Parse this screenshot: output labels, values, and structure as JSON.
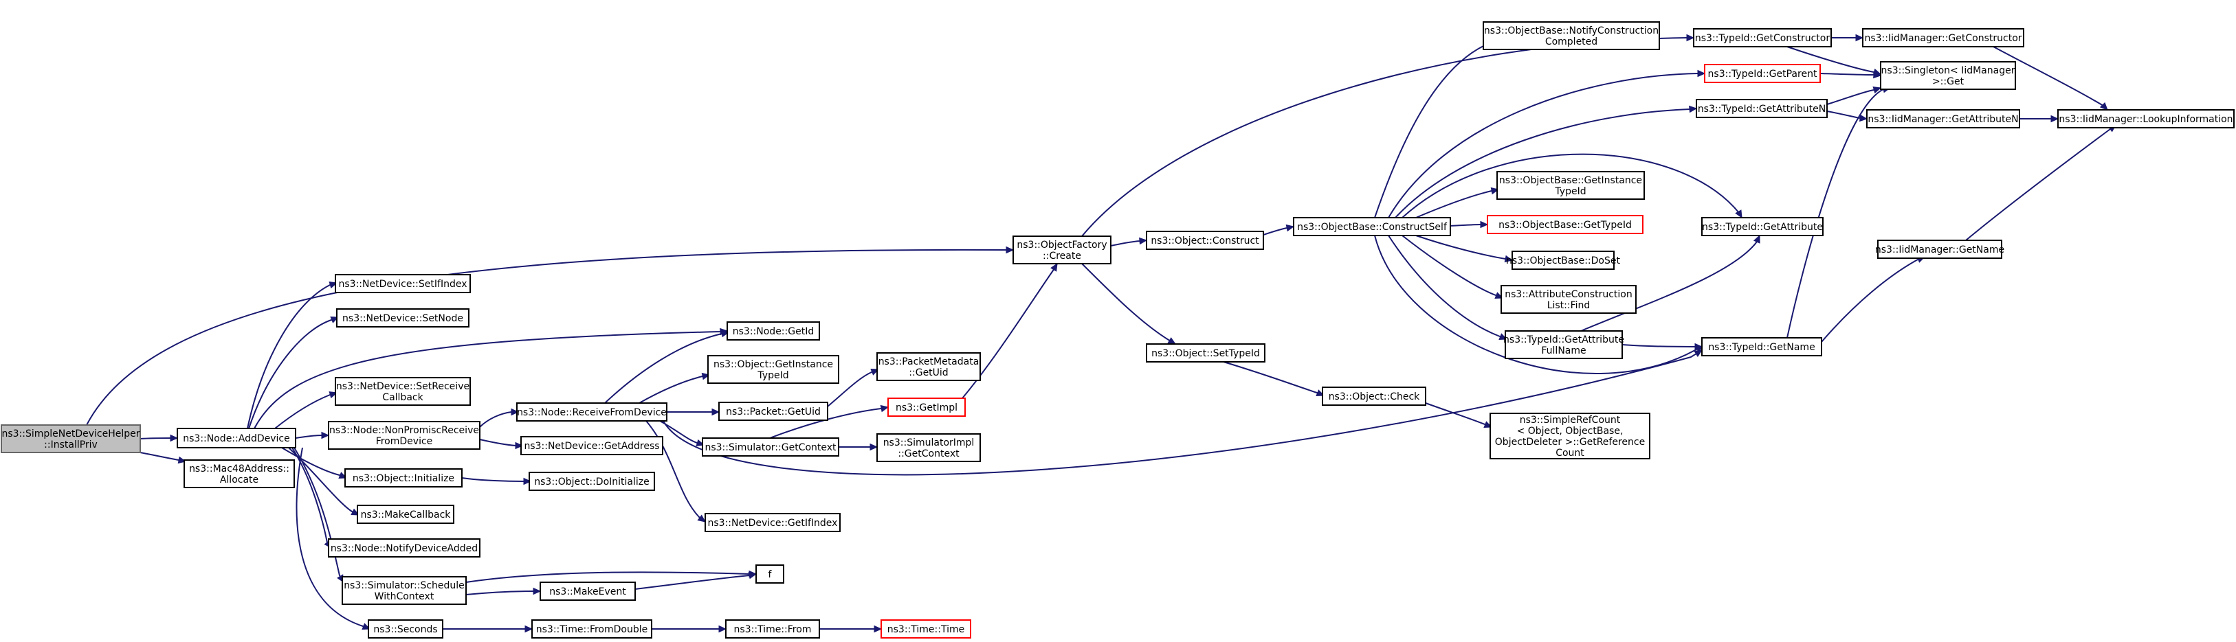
{
  "colors": {
    "edge": "#191970",
    "node_border": "#000000",
    "root_fill": "#bfbfbf",
    "truncated_border": "#ff0000"
  },
  "nodes": {
    "root": [
      "ns3::SimpleNetDeviceHelper",
      "::InstallPriv"
    ],
    "add_device": [
      "ns3::Node::AddDevice"
    ],
    "mac_alloc": [
      "ns3::Mac48Address::",
      "Allocate"
    ],
    "set_ifindex": [
      "ns3::NetDevice::SetIfIndex"
    ],
    "set_node": [
      "ns3::NetDevice::SetNode"
    ],
    "set_receive_cb": [
      "ns3::NetDevice::SetReceive",
      "Callback"
    ],
    "non_promisc": [
      "ns3::Node::NonPromiscReceive",
      "FromDevice"
    ],
    "obj_initialize": [
      "ns3::Object::Initialize"
    ],
    "make_callback": [
      "ns3::MakeCallback"
    ],
    "notify_added": [
      "ns3::Node::NotifyDeviceAdded"
    ],
    "schedule_ctx": [
      "ns3::Simulator::Schedule",
      "WithContext"
    ],
    "seconds": [
      "ns3::Seconds"
    ],
    "receive_from_device": [
      "ns3::Node::ReceiveFromDevice"
    ],
    "get_address": [
      "ns3::NetDevice::GetAddress"
    ],
    "do_initialize": [
      "ns3::Object::DoInitialize"
    ],
    "make_event": [
      "ns3::MakeEvent"
    ],
    "f": [
      "f"
    ],
    "from_double": [
      "ns3::Time::FromDouble"
    ],
    "time_from": [
      "ns3::Time::From"
    ],
    "time_time": [
      "ns3::Time::Time"
    ],
    "node_getid": [
      "ns3::Node::GetId"
    ],
    "get_instance_typeid": [
      "ns3::Object::GetInstance",
      "TypeId"
    ],
    "packet_getuid": [
      "ns3::Packet::GetUid"
    ],
    "get_context": [
      "ns3::Simulator::GetContext"
    ],
    "get_ifindex": [
      "ns3::NetDevice::GetIfIndex"
    ],
    "packet_metadata_uid": [
      "ns3::PacketMetadata",
      "::GetUid"
    ],
    "getimpl": [
      "ns3::GetImpl"
    ],
    "simimpl_context": [
      "ns3::SimulatorImpl",
      "::GetContext"
    ],
    "objfactory_create": [
      "ns3::ObjectFactory",
      "::Create"
    ],
    "object_construct": [
      "ns3::Object::Construct"
    ],
    "object_settypeid": [
      "ns3::Object::SetTypeId"
    ],
    "construct_self": [
      "ns3::ObjectBase::ConstructSelf"
    ],
    "object_check": [
      "ns3::Object::Check"
    ],
    "notify_construction": [
      "ns3::ObjectBase::NotifyConstruction",
      "Completed"
    ],
    "ob_get_instance_typeid": [
      "ns3::ObjectBase::GetInstance",
      "TypeId"
    ],
    "ob_get_typeid": [
      "ns3::ObjectBase::GetTypeId"
    ],
    "ob_doset": [
      "ns3::ObjectBase::DoSet"
    ],
    "attr_construction_find": [
      "ns3::AttributeConstruction",
      "List::Find"
    ],
    "typeid_get_attr_fullname": [
      "ns3::TypeId::GetAttribute",
      "FullName"
    ],
    "simple_ref_count": [
      "ns3::SimpleRefCount",
      "< Object, ObjectBase,",
      "ObjectDeleter >::GetReference",
      "Count"
    ],
    "typeid_get_constructor": [
      "ns3::TypeId::GetConstructor"
    ],
    "typeid_get_parent": [
      "ns3::TypeId::GetParent"
    ],
    "typeid_get_attribute_n": [
      "ns3::TypeId::GetAttributeN"
    ],
    "typeid_get_attribute": [
      "ns3::TypeId::GetAttribute"
    ],
    "typeid_get_name": [
      "ns3::TypeId::GetName"
    ],
    "iid_get_constructor": [
      "ns3::IidManager::GetConstructor"
    ],
    "singleton_get": [
      "ns3::Singleton< IidManager",
      ">::Get"
    ],
    "iid_get_attribute_n": [
      "ns3::IidManager::GetAttributeN"
    ],
    "iid_get_name": [
      "ns3::IidManager::GetName"
    ],
    "iid_lookup": [
      "ns3::IidManager::LookupInformation"
    ]
  }
}
